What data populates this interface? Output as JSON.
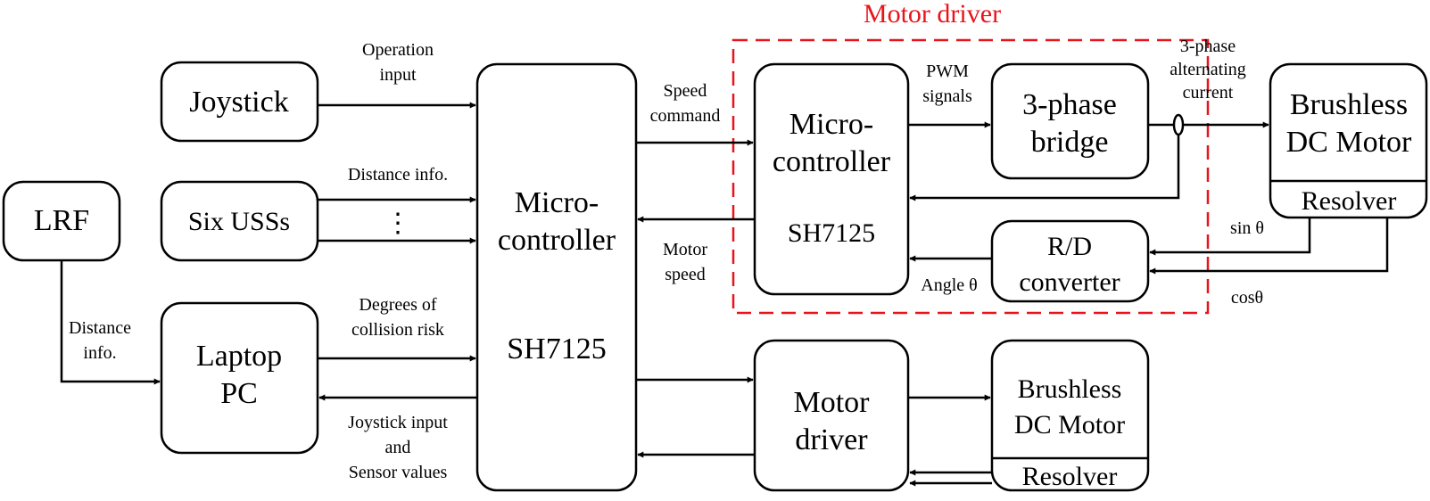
{
  "diagram": {
    "group_title": "Motor driver",
    "blocks": {
      "joystick": "Joystick",
      "six_usss": "Six USSs",
      "lrf": "LRF",
      "laptop": [
        "Laptop",
        "PC"
      ],
      "main_mcu": [
        "Micro-",
        "controller",
        "SH7125"
      ],
      "mcu2": [
        "Micro-",
        "controller",
        "SH7125"
      ],
      "bridge": [
        "3-phase",
        "bridge"
      ],
      "bldc_top": [
        "Brushless",
        "DC Motor"
      ],
      "resolver_top": "Resolver",
      "rd_converter": [
        "R/D",
        "converter"
      ],
      "motor_driver": [
        "Motor",
        "driver"
      ],
      "bldc_bottom": [
        "Brushless",
        "DC Motor"
      ],
      "resolver_bottom": "Resolver"
    },
    "labels": {
      "operation_input": [
        "Operation",
        "input"
      ],
      "distance_info_uss": "Distance info.",
      "vertical_dots": "⋮",
      "distance_info_lrf": [
        "Distance",
        "info."
      ],
      "degrees_collision": [
        "Degrees of",
        "collision risk"
      ],
      "joystick_sensor": [
        "Joystick input",
        "and",
        "Sensor values"
      ],
      "speed_command": [
        "Speed",
        "command"
      ],
      "motor_speed": [
        "Motor",
        "speed"
      ],
      "pwm_signals": [
        "PWM",
        "signals"
      ],
      "three_phase_ac": [
        "3-phase",
        "alternating",
        "current"
      ],
      "sin_theta": "sin θ",
      "cos_theta": "cosθ",
      "angle_theta": "Angle θ"
    }
  }
}
